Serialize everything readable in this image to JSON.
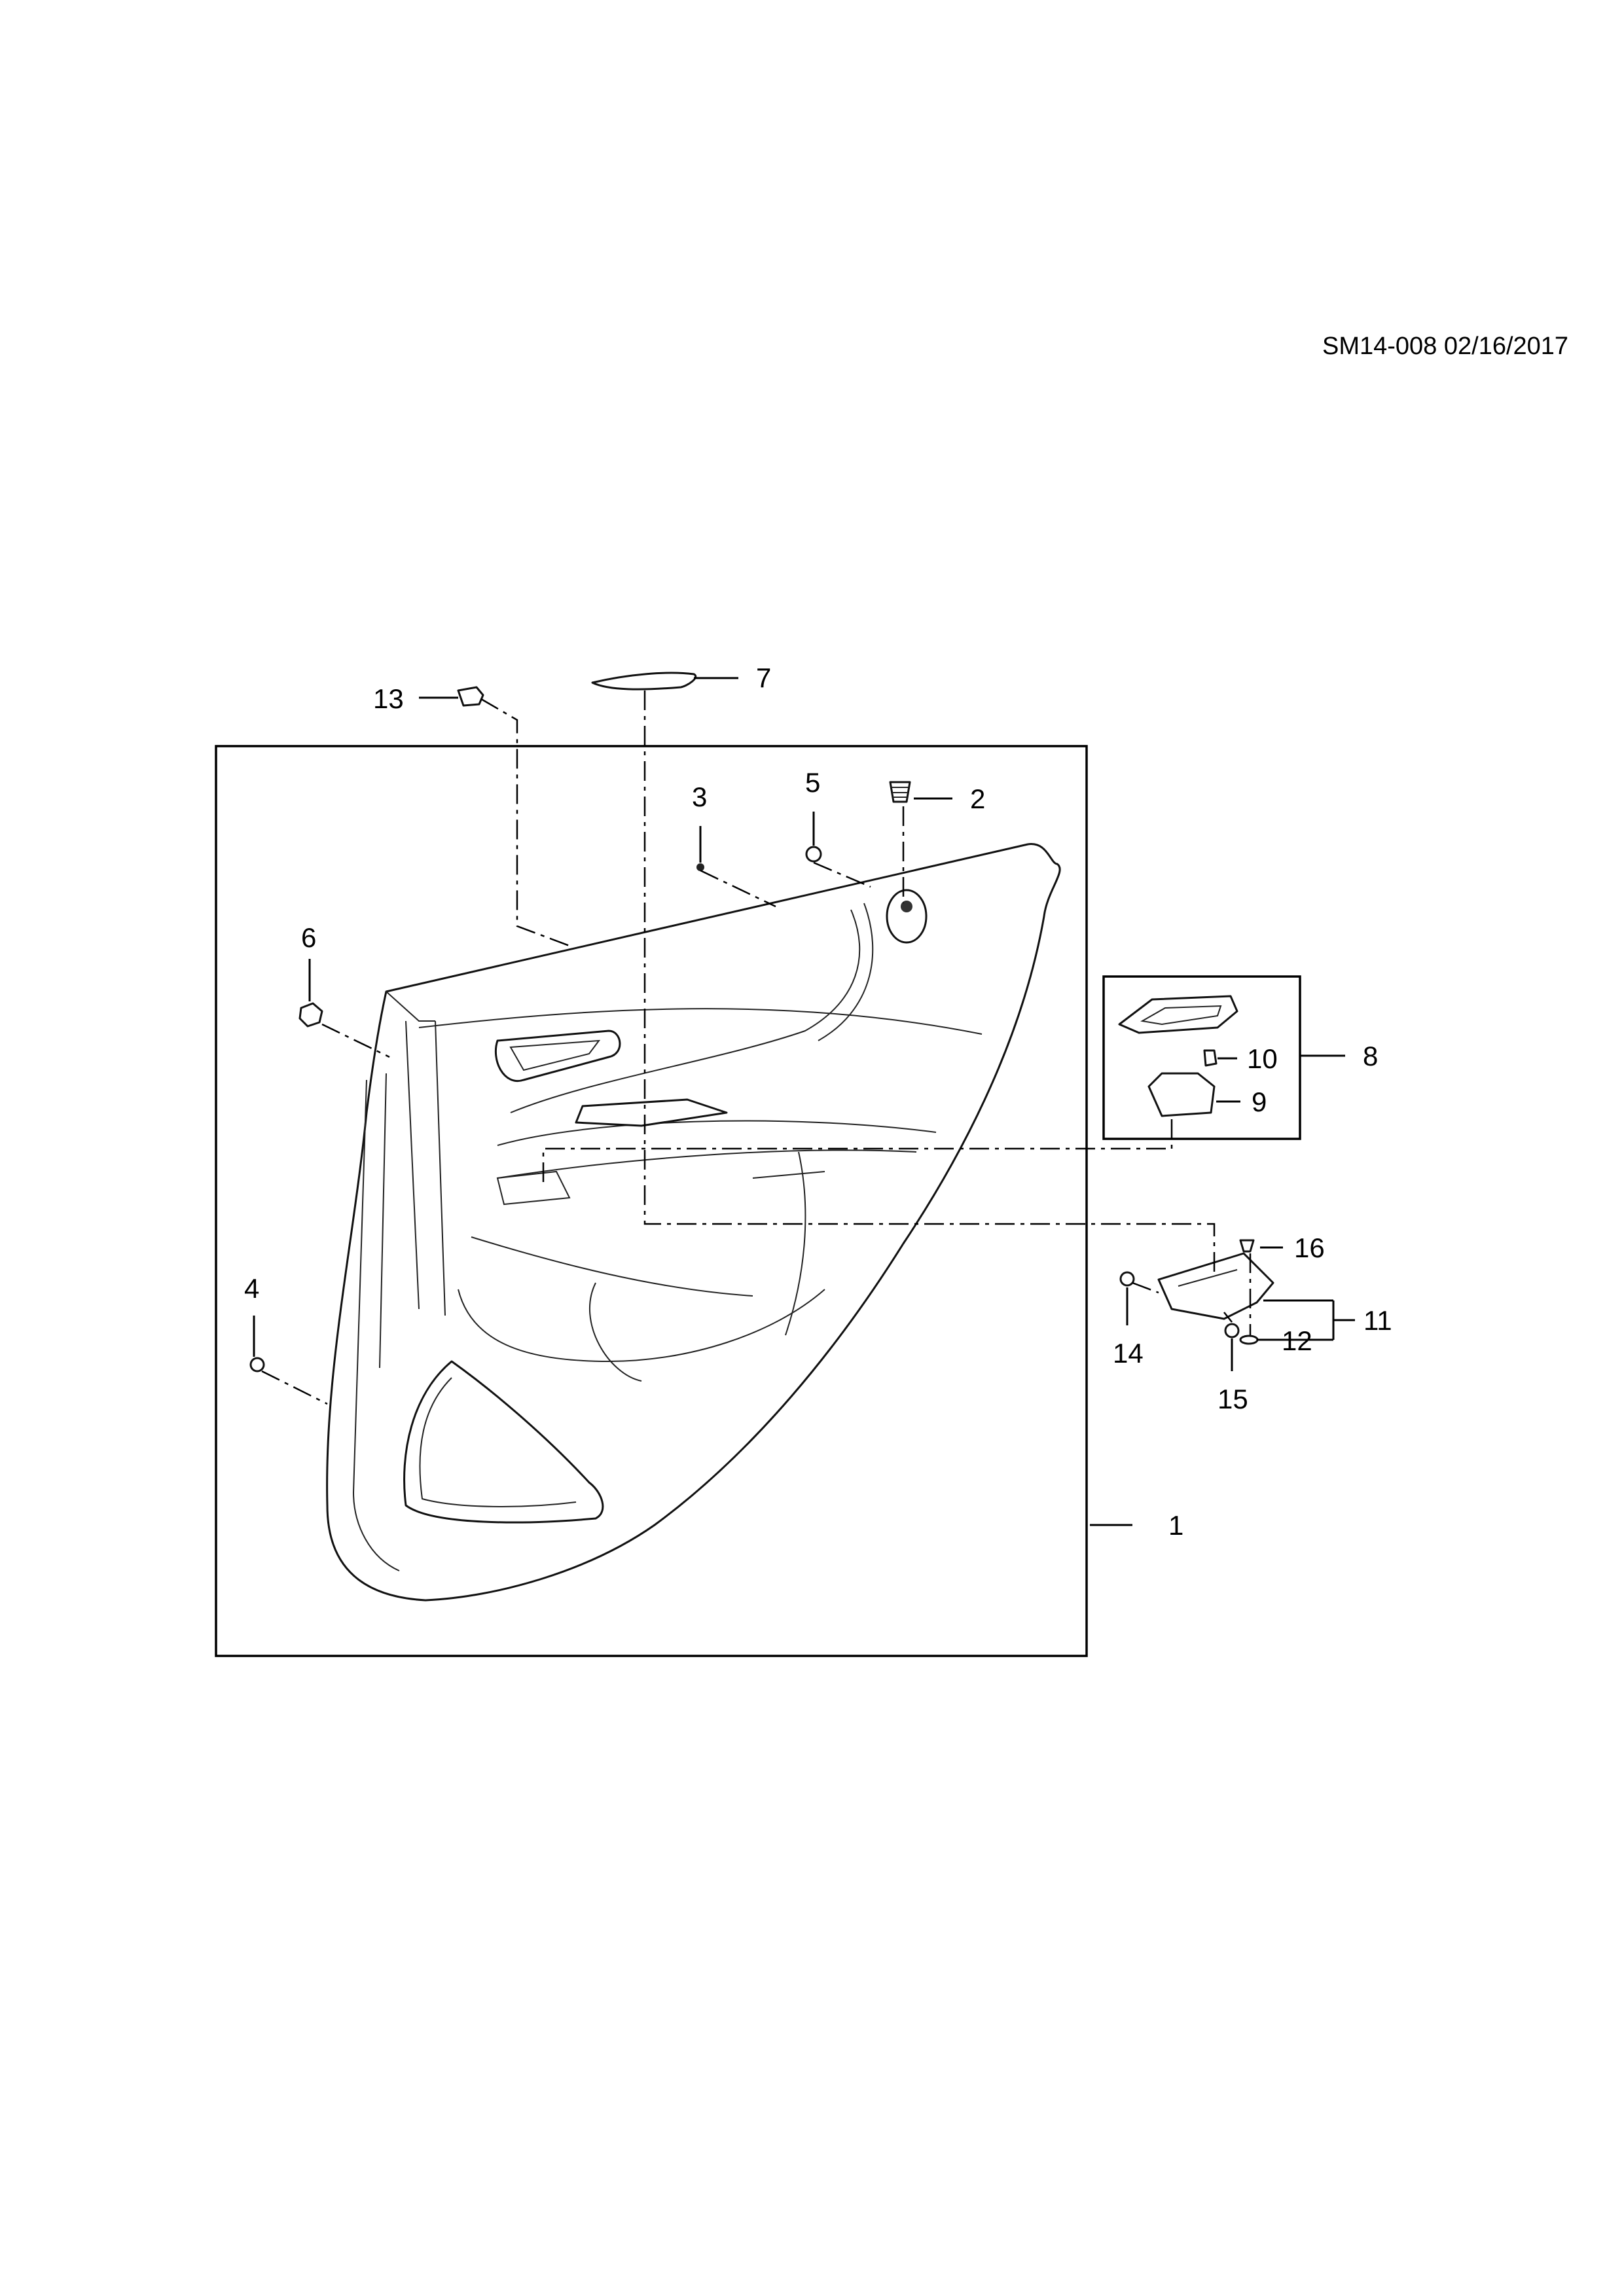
{
  "drawing_code": "SM14-008 02/16/2017",
  "callouts": {
    "c1": "1",
    "c2": "2",
    "c3": "3",
    "c4": "4",
    "c5": "5",
    "c6": "6",
    "c7": "7",
    "c8": "8",
    "c9": "9",
    "c10": "10",
    "c11": "11",
    "c12": "12",
    "c13": "13",
    "c14": "14",
    "c15": "15",
    "c16": "16"
  }
}
